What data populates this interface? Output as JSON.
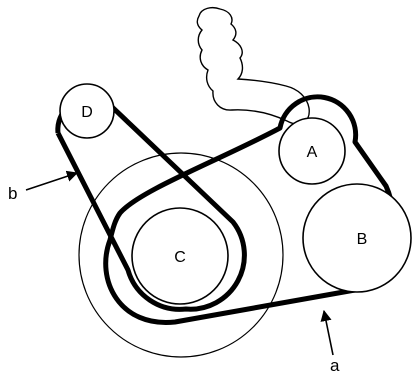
{
  "pulleys": {
    "a": "A",
    "b": "B",
    "c": "C",
    "d": "D"
  },
  "callouts": {
    "a": "a",
    "b": "b"
  },
  "colors": {
    "belt": "#000000",
    "outline": "#000000",
    "background": "#ffffff"
  }
}
